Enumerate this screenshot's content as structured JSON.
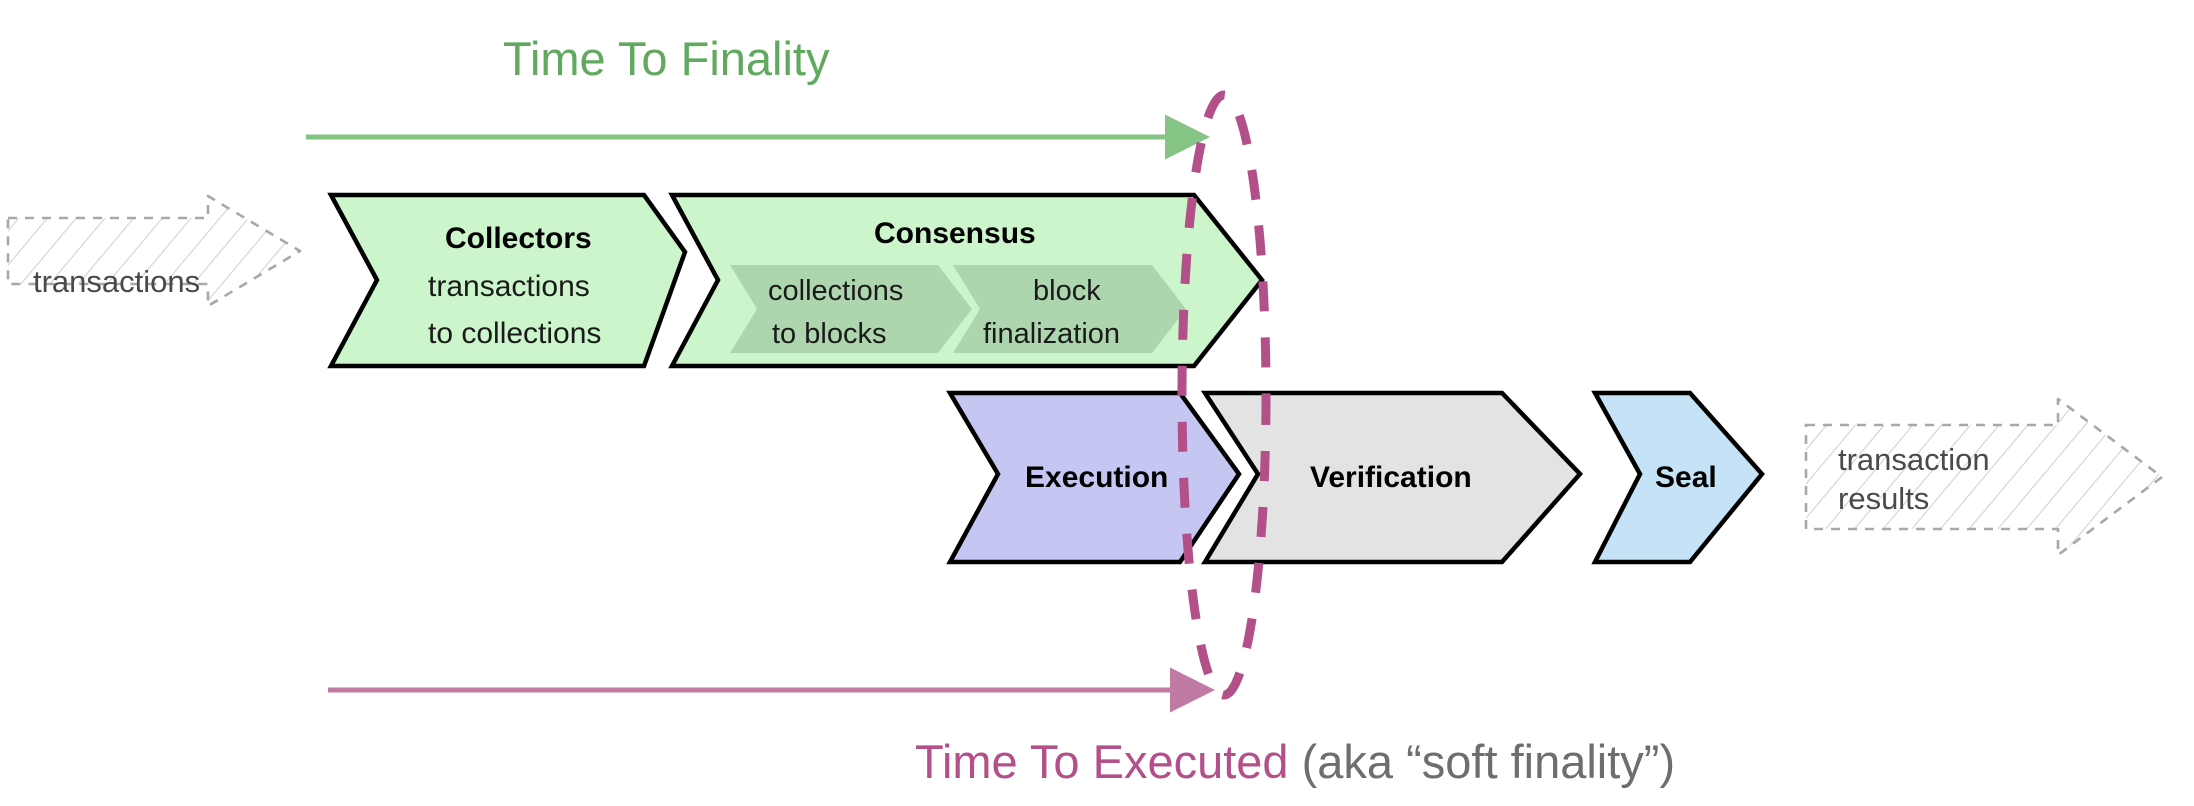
{
  "diagram": {
    "title_top": "Time To Finality",
    "title_bottom_emphasis": "Time To Executed",
    "title_bottom_rest": " (aka “soft finality”)",
    "colors": {
      "green_accent": "#61a95e",
      "magenta_accent": "#b3508a",
      "gray_accent": "#6e6e6e",
      "chevron_green_fill": "#ccf5cc",
      "chevron_inner_green_fill": "#aed6ae",
      "chevron_purple_fill": "#c6c6f2",
      "chevron_gray_fill": "#e3e3e3",
      "chevron_blue_fill": "#c5e2f7",
      "stroke": "#000000",
      "ghost_stroke": "#a8a8a8"
    }
  },
  "input_node": {
    "label": "transactions",
    "name": "transactions-input-arrow"
  },
  "output_node": {
    "label_line1": "transaction",
    "label_line2": "results",
    "name": "transaction-results-output-arrow"
  },
  "top_row": {
    "stages": [
      {
        "id": "collectors",
        "title": "Collectors",
        "sub_line1": "transactions",
        "sub_line2": "to collections",
        "fill": "#ccf5cc"
      },
      {
        "id": "consensus",
        "title": "Consensus",
        "fill": "#ccf5cc",
        "inner_stages": [
          {
            "id": "collections-to-blocks",
            "line1": "collections",
            "line2": "to blocks",
            "fill": "#aed6ae"
          },
          {
            "id": "block-finalization",
            "line1": "block",
            "line2": "finalization",
            "fill": "#aed6ae"
          }
        ]
      }
    ]
  },
  "bottom_row": {
    "stages": [
      {
        "id": "execution",
        "title": "Execution",
        "fill": "#c6c6f2"
      },
      {
        "id": "verification",
        "title": "Verification",
        "fill": "#e3e3e3"
      },
      {
        "id": "seal",
        "title": "Seal",
        "fill": "#c5e2f7"
      }
    ]
  },
  "annotations": {
    "top_arrow": {
      "name": "time-to-finality-arrow",
      "color": "#86c483"
    },
    "bottom_arrow": {
      "name": "time-to-executed-arrow",
      "color": "#c17aa4"
    },
    "marker_ellipse": {
      "name": "finality-boundary-ellipse",
      "color": "#b3508a",
      "dashed": true
    }
  }
}
